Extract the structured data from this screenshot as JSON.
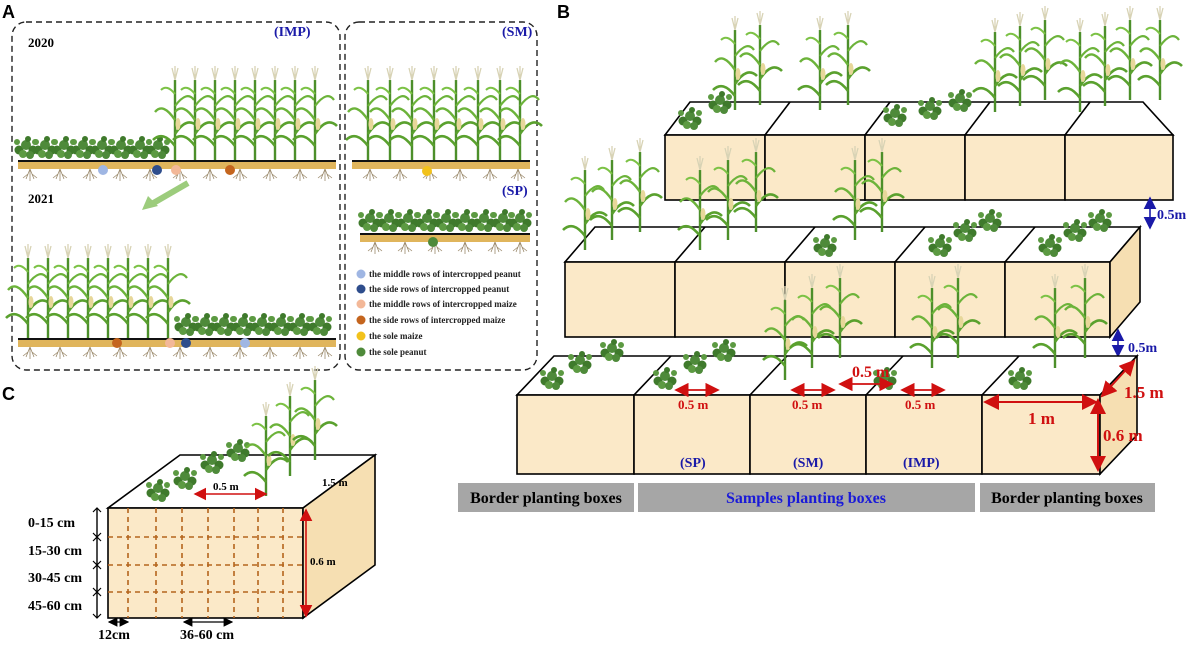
{
  "panels": {
    "a": "A",
    "b": "B",
    "c": "C"
  },
  "panel_a": {
    "year_2020": "2020",
    "year_2021": "2021",
    "imp": "(IMP)",
    "sm": "(SM)",
    "sp": "(SP)",
    "legend": [
      {
        "label": "the middle rows of intercropped peanut",
        "color": "#9fb6e3"
      },
      {
        "label": "the side rows of intercropped peanut",
        "color": "#2e4d8c"
      },
      {
        "label": "the middle rows of intercropped maize",
        "color": "#f3b898"
      },
      {
        "label": "the side rows of intercropped maize",
        "color": "#c4651e"
      },
      {
        "label": "the sole maize",
        "color": "#f2c21b"
      },
      {
        "label": "the sole peanut",
        "color": "#4e8a3a"
      }
    ]
  },
  "panel_b": {
    "gap_upper": "0.5m",
    "gap_lower": "0.5m",
    "dims": {
      "row_spacing_sp": "0.5 m",
      "row_spacing_sm": "0.5 m",
      "row_spacing_imp_a": "0.5 m",
      "row_spacing_imp_b": "0.5 m",
      "width": "1 m",
      "length": "1.5 m",
      "depth": "0.6 m"
    },
    "box_labels": {
      "sp": "(SP)",
      "sm": "(SM)",
      "imp": "(IMP)"
    },
    "bars": {
      "left": "Border planting boxes",
      "middle": "Samples planting boxes",
      "right": "Border planting boxes"
    }
  },
  "panel_c": {
    "row_spacing": "0.5 m",
    "length": "1.5 m",
    "depth": "0.6 m",
    "layers": [
      "0-15 cm",
      "15-30 cm",
      "30-45 cm",
      "45-60 cm"
    ],
    "edge_gap": "12cm",
    "grid_gap": "36-60 cm"
  },
  "colors": {
    "soil": "#fbe9c8",
    "maize": "#5aa12e",
    "peanut": "#3f7a2c",
    "label_blue": "#1a1aa8",
    "dim_red": "#d01010",
    "bar_gray": "#a6a6a6"
  }
}
